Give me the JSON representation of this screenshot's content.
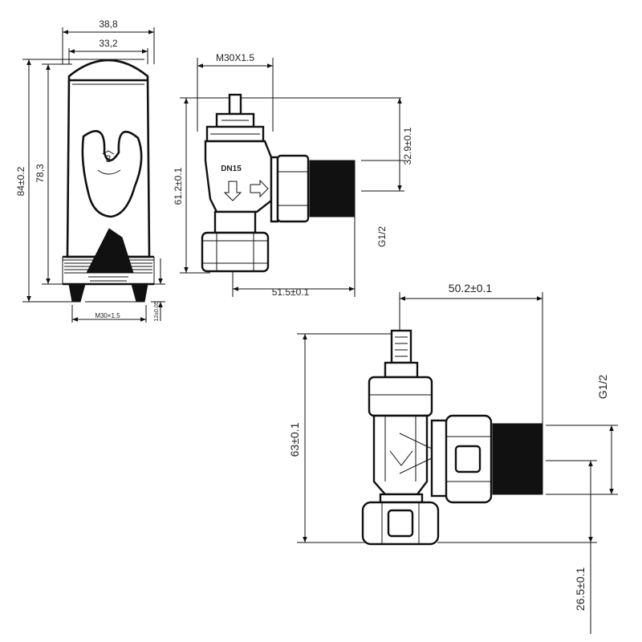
{
  "diagram": {
    "head_view": {
      "dim_total_width": "38,8",
      "dim_inner_width": "33,2",
      "dim_total_height": "84±0.2",
      "dim_cap_height": "78,3",
      "scale_mark": "3",
      "dim_thread": "M30×1.5",
      "dim_thread_length": "12±0.05"
    },
    "valve_side_view": {
      "dim_thread_top": "M30X1.5",
      "dim_height": "61.2±0.1",
      "dim_pipe_dia": "32.9±0.1",
      "dim_connection": "G1/2",
      "dim_length": "51.5±0.1"
    },
    "valve_front_view": {
      "dim_length": "50.2±0.1",
      "dim_height": "63±0.1",
      "dim_connection": "G1/2",
      "dim_offset": "26.5±0.1"
    }
  }
}
